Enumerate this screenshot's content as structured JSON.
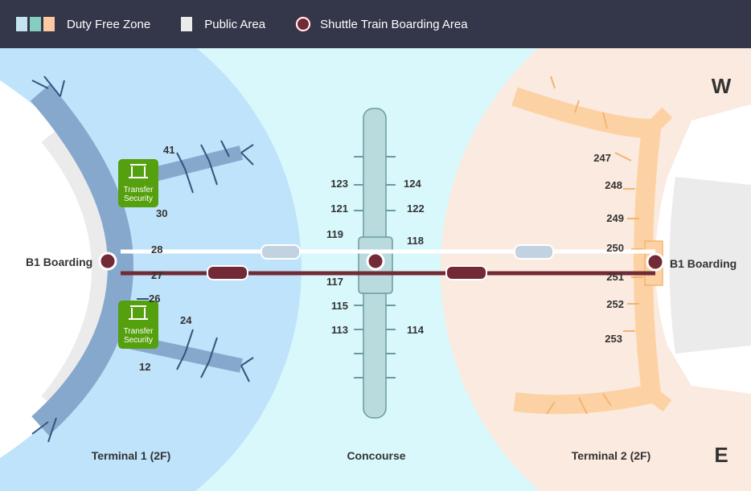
{
  "legend": {
    "duty_free": "Duty Free Zone",
    "public": "Public Area",
    "shuttle": "Shuttle Train Boarding Area",
    "colors": {
      "df1": "#c5e4f0",
      "df2": "#85cdbf",
      "df3": "#fcc9a3",
      "public": "#ebebeb",
      "shuttle": "#722b36"
    }
  },
  "map": {
    "terminal1": "Terminal 1 (2F)",
    "concourse": "Concourse",
    "terminal2": "Terminal 2 (2F)",
    "b1_left": "B1 Boarding",
    "b1_right": "B1 Boarding",
    "compass_w": "W",
    "compass_e": "E",
    "security_top": [
      "Transfer",
      "Security"
    ],
    "security_bottom": [
      "Transfer",
      "Security"
    ],
    "t1_gates": [
      "41",
      "30",
      "28",
      "27",
      "26",
      "24",
      "12"
    ],
    "concourse_gates": [
      "123",
      "124",
      "121",
      "122",
      "119",
      "118",
      "117",
      "115",
      "113",
      "114"
    ],
    "t2_gates": [
      "247",
      "248",
      "249",
      "250",
      "251",
      "252",
      "253"
    ]
  }
}
